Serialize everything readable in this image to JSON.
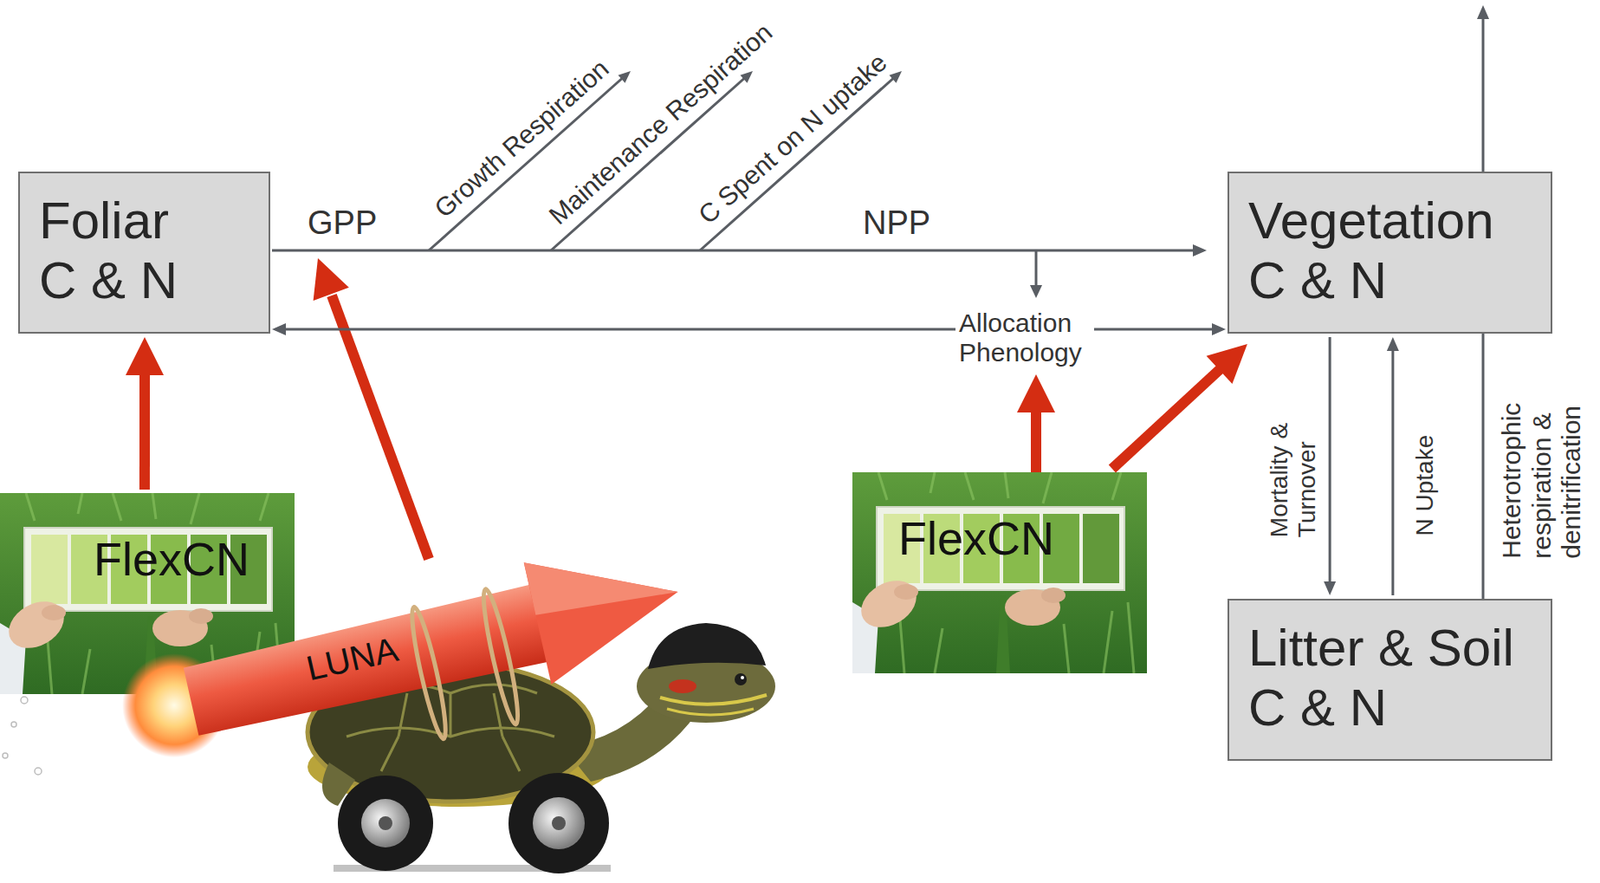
{
  "diagram": {
    "nodes": [
      {
        "text": [
          "Foliar C & N"
        ]
      },
      {
        "text": [
          "Vegetation C & N"
        ]
      },
      {
        "text": [
          "Litter & Soil C & N"
        ]
      },
      {
        "text": [
          "FlexCN"
        ]
      },
      {
        "text": [
          "FlexCN"
        ]
      }
    ],
    "edges": [
      {
        "from": 0,
        "to": 1,
        "arrow": "to",
        "label": "NPP"
      },
      {
        "from": 0,
        "to": 1,
        "arrow": "both",
        "label": "Allocation Phenology"
      },
      {
        "from": 1,
        "to": 2,
        "arrow": "to",
        "label": "Mortality & Turnover"
      },
      {
        "from": 2,
        "to": 1,
        "arrow": "to",
        "label": "N Uptake"
      },
      {
        "from": 3,
        "to": 0,
        "arrow": "to"
      },
      {
        "from": 4,
        "to": 1,
        "arrow": "to"
      }
    ],
    "labels": [
      "GPP",
      "Growth Respiration",
      "Maintenance Respiration",
      "C Spent on N uptake",
      "Heterotrophic respiration & denitrification",
      "LUNA"
    ]
  }
}
